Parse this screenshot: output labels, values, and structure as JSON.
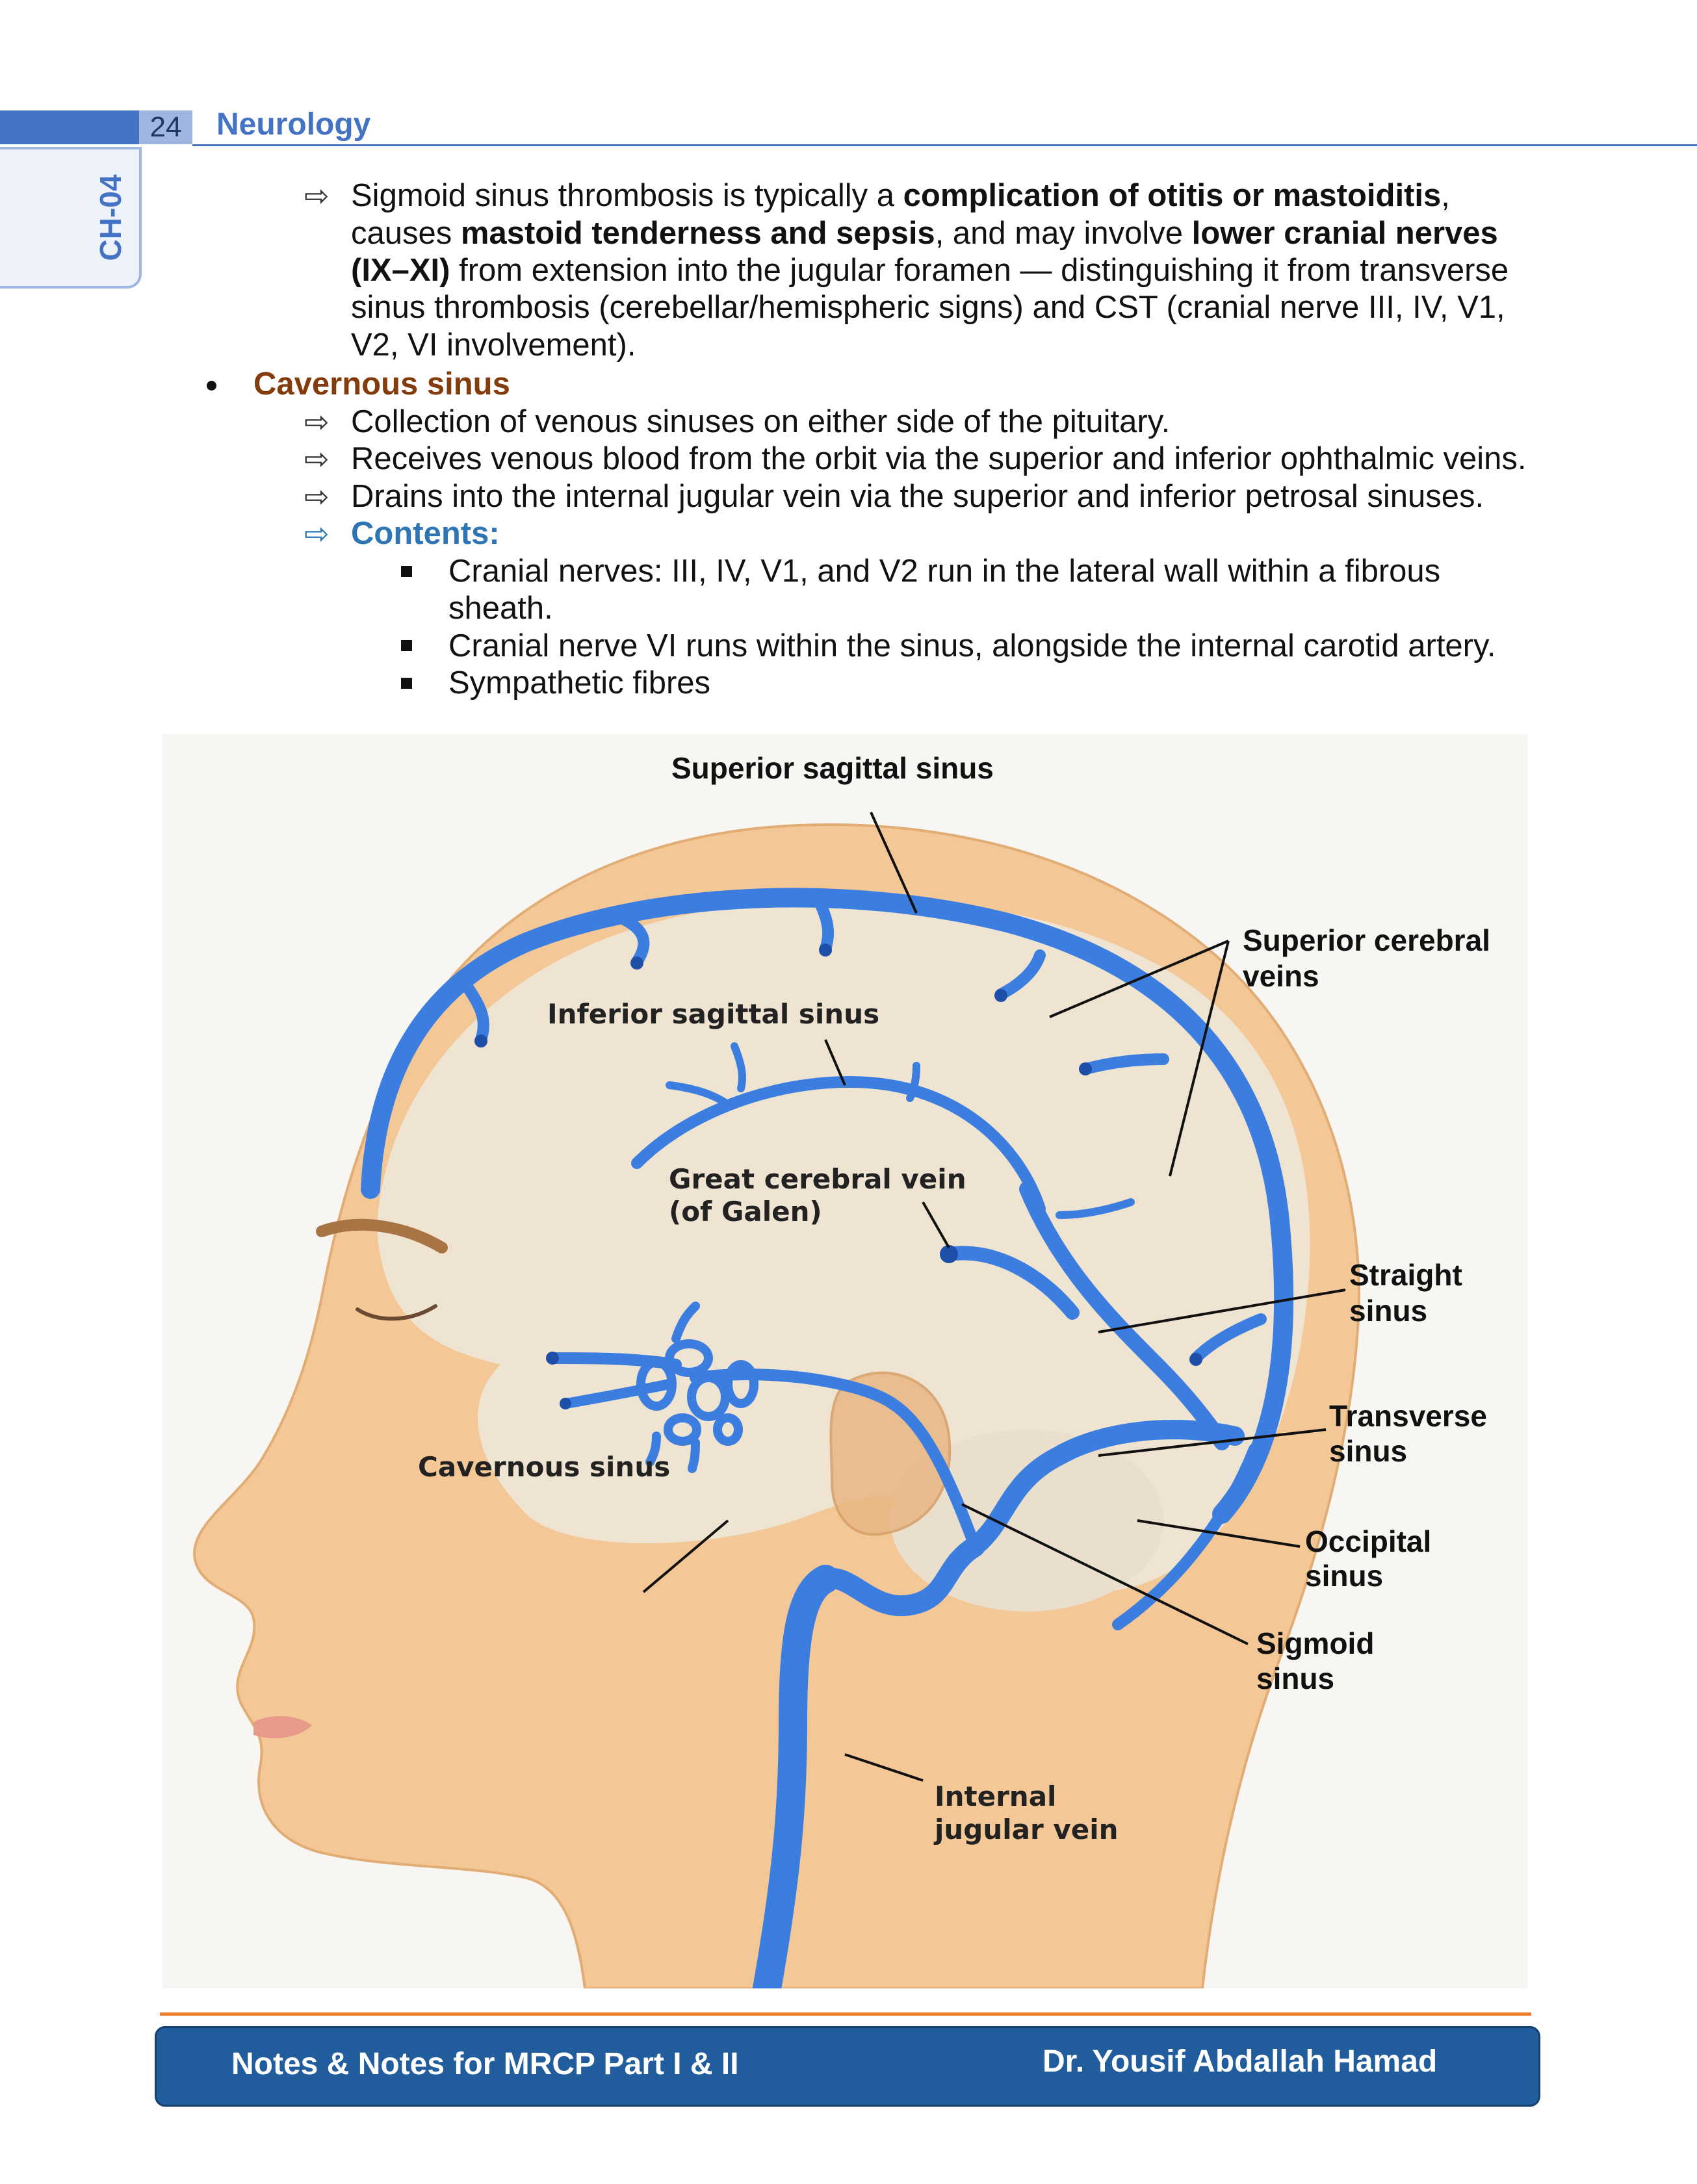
{
  "header": {
    "page_number": "24",
    "section_title": "Neurology",
    "chapter_tab": "CH-04"
  },
  "body": {
    "sigmoid": {
      "l1_a": "Sigmoid sinus thrombosis is typically a ",
      "l1_b": "complication of otitis or mastoiditis",
      "l1_c": ",",
      "l2_a": "causes ",
      "l2_b": "mastoid tenderness and sepsis",
      "l2_c": ", and may involve ",
      "l2_d": "lower cranial nerves",
      "l3_a": "(IX–XI)",
      "l3_b": " from extension into the jugular foramen — distinguishing it from transverse",
      "l4": "sinus thrombosis (cerebellar/hemispheric signs) and CST (cranial nerve III, IV, V1,",
      "l5": "V2, VI involvement)."
    },
    "cavernous": {
      "heading": "Cavernous sinus",
      "item1": "Collection of venous sinuses on either side of the pituitary.",
      "item2": "Receives venous blood from the orbit via the superior and inferior ophthalmic veins.",
      "item3": "Drains into the internal jugular vein via the superior and inferior petrosal sinuses.",
      "contents_heading": "Contents:",
      "content1_l1": "Cranial nerves: III, IV, V1, and V2 run in the lateral wall within a fibrous",
      "content1_l2": "sheath.",
      "content2": "Cranial nerve VI runs within the sinus, alongside the internal carotid artery.",
      "content3": "Sympathetic fibres"
    }
  },
  "figure": {
    "labels": {
      "superior_sagittal": "Superior sagittal sinus",
      "superior_cerebral_1": "Superior cerebral",
      "superior_cerebral_2": "veins",
      "inferior_sagittal": "Inferior sagittal sinus",
      "great_cerebral_1": "Great cerebral vein",
      "great_cerebral_2": "(of Galen)",
      "straight_1": "Straight",
      "straight_2": "sinus",
      "transverse_1": "Transverse",
      "transverse_2": "sinus",
      "occipital_1": "Occipital",
      "occipital_2": "sinus",
      "sigmoid_1": "Sigmoid",
      "sigmoid_2": "sinus",
      "cavernous": "Cavernous sinus",
      "ijv_1": "Internal",
      "ijv_2": "jugular vein"
    },
    "colors": {
      "skin": "#f3c796",
      "vein": "#3b7ee0",
      "brain": "#efe5d6"
    }
  },
  "footer": {
    "left": "Notes & Notes for MRCP Part I & II",
    "right": "Dr. Yousif Abdallah Hamad"
  }
}
